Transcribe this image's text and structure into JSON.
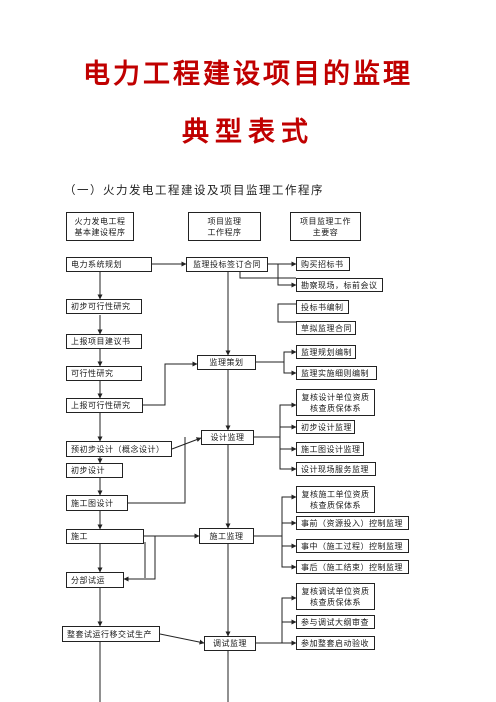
{
  "title": {
    "line1": "电力工程建设项目的监理",
    "line2": "典型表式"
  },
  "subtitle": "（一）火力发电工程建设及项目监理工作程序",
  "headers": {
    "col1_line1": "火力发电工程",
    "col1_line2": "基本建设程序",
    "col2_line1": "项目监理",
    "col2_line2": "工作程序",
    "col3_line1": "项目监理工作",
    "col3_line2": "主要容"
  },
  "col1": [
    "电力系统规划",
    "初步可行性研究",
    "上报项目建议书",
    "可行性研究",
    "上报可行性研究",
    "预初步设计（概念设计）",
    "初步设计",
    "施工图设计",
    "施工",
    "分部试运",
    "整套试运行移交试生产"
  ],
  "col2": [
    "监理投标签订合同",
    "监理策划",
    "设计监理",
    "施工监理",
    "调试监理"
  ],
  "col3": {
    "contract": [
      "购买招标书",
      "勘察现场，标前会议",
      "投标书编制",
      "草拟监理合同"
    ],
    "plan": [
      "监理规划编制",
      "监理实施细则编制"
    ],
    "design": {
      "qual_line1": "复核设计单位资质",
      "qual_line2": "核查质保体系",
      "items": [
        "初步设计监理",
        "施工图设计监理",
        "设计现场服务监理"
      ]
    },
    "construction": {
      "qual_line1": "复核施工单位资质",
      "qual_line2": "核查质保体系",
      "items": [
        "事前（资源投入）控制监理",
        "事中（施工过程）控制监理",
        "事后（施工结束）控制监理"
      ]
    },
    "commissioning": {
      "qual_line1": "复核调试单位资质",
      "qual_line2": "核查质保体系",
      "items": [
        "参与调试大纲审查",
        "参加整套启动验收"
      ]
    }
  }
}
